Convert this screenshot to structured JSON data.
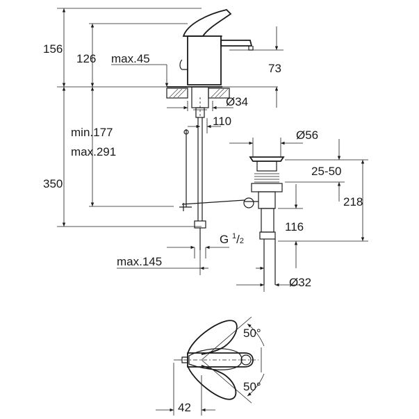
{
  "dimensions": {
    "overall_height": "156",
    "spout_height": "126",
    "lever_max": "max.45",
    "spout_to_top": "73",
    "hole_diameter": "Ø34",
    "hose_offset": "110",
    "waste_diameter": "Ø56",
    "min_length": "min.177",
    "max_length": "max.291",
    "hose_length": "350",
    "waste_range": "25-50",
    "waste_height": "218",
    "waste_tail": "116",
    "thread_prefix": "G ",
    "thread_num": "1",
    "thread_den": "2",
    "max_reach": "max.145",
    "tail_diameter": "Ø32",
    "angle_top": "50°",
    "angle_bottom": "50°",
    "lever_offset": "42"
  }
}
